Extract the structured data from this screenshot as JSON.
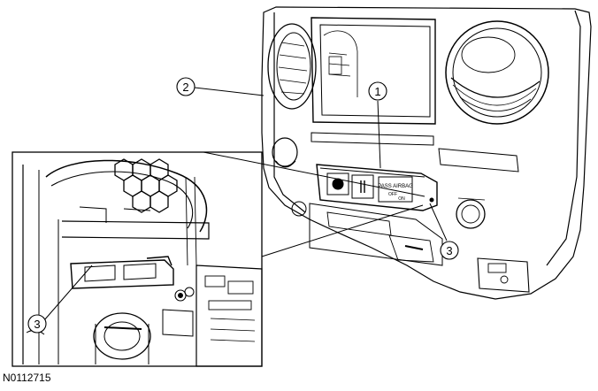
{
  "figure": {
    "reference_code": "N0112715",
    "callouts": [
      {
        "id": "callout-1",
        "label": "1"
      },
      {
        "id": "callout-2",
        "label": "2"
      },
      {
        "id": "callout-3-inset",
        "label": "3"
      },
      {
        "id": "callout-3-main",
        "label": "3"
      }
    ],
    "switch_labels": {
      "pass_airbag": "PASS AIRBAG",
      "off": "OFF",
      "on": "ON"
    }
  }
}
